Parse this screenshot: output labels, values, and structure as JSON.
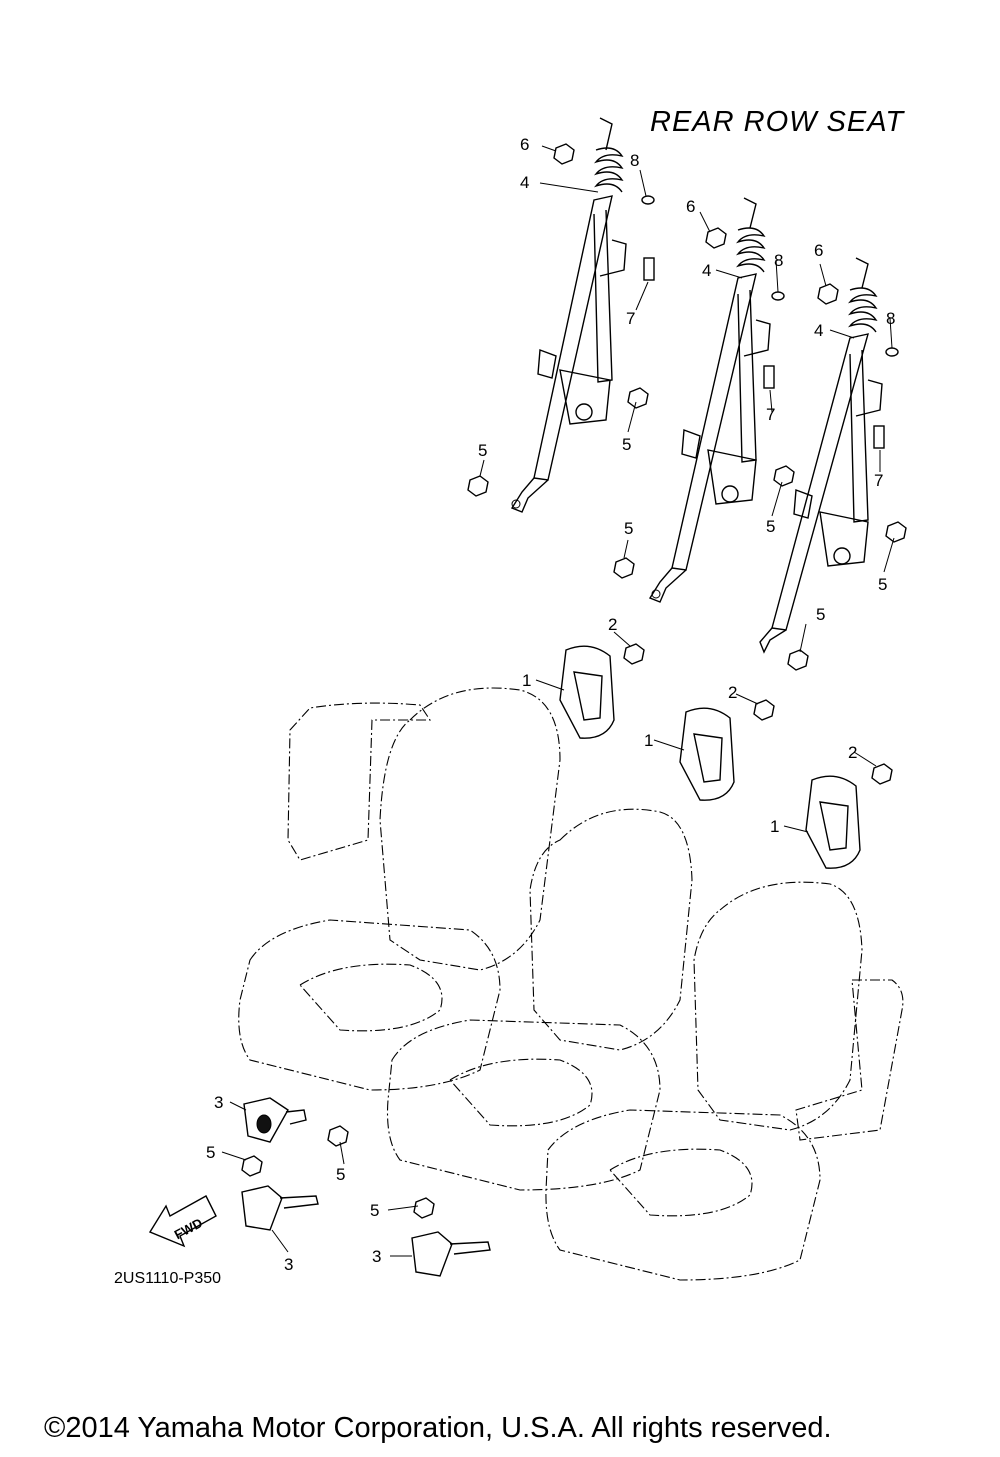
{
  "section_title": "REAR ROW SEAT",
  "diagram_code": "2US1110-P350",
  "copyright": "©2014 Yamaha Motor Corporation, U.S.A. All rights reserved.",
  "fwd_arrow_text": "FWD",
  "callouts": [
    "1",
    "2",
    "3",
    "4",
    "5",
    "6",
    "7",
    "8"
  ]
}
